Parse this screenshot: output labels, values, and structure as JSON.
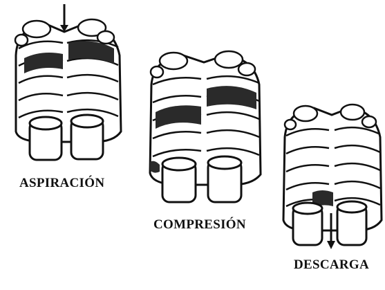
{
  "stages": [
    {
      "label": "ASPIRACIÓN"
    },
    {
      "label": "COMPRESIÓN"
    },
    {
      "label": "DESCARGA"
    }
  ],
  "colors": {
    "ink": "#111111",
    "shade_dark": "#2a2a2a",
    "shade_mid": "#7a7a7a",
    "paper": "#ffffff"
  }
}
